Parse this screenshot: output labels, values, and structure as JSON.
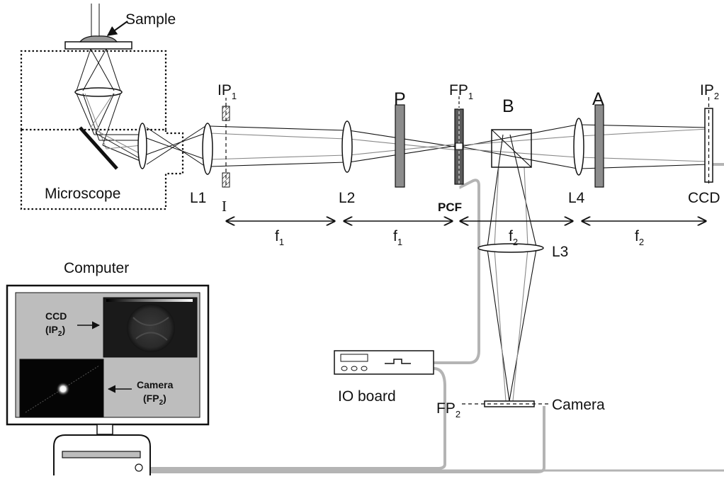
{
  "labels": {
    "sample": "Sample",
    "microscope": "Microscope",
    "ip1_main": "IP",
    "ip1_sub": "1",
    "fp1_main": "FP",
    "fp1_sub": "1",
    "ip2_main": "IP",
    "ip2_sub": "2",
    "fp2_main": "FP",
    "fp2_sub": "2",
    "image_plane_mark": "I",
    "l1": "L1",
    "l2": "L2",
    "l3": "L3",
    "l4": "L4",
    "p": "P",
    "b": "B",
    "a": "A",
    "pcf": "PCF",
    "ccd": "CCD",
    "computer": "Computer",
    "io_board": "IO board",
    "camera": "Camera"
  },
  "distances": [
    {
      "main": "f",
      "sub": "1"
    },
    {
      "main": "f",
      "sub": "1"
    },
    {
      "main": "f",
      "sub": "2"
    },
    {
      "main": "f",
      "sub": "2"
    }
  ],
  "screen": {
    "ccd_label": "CCD",
    "ccd_sub_open": "(IP",
    "ccd_sub_num": "2",
    "ccd_sub_close": ")",
    "camera_label": "Camera",
    "camera_sub_open": "(FP",
    "camera_sub_num": "2",
    "camera_sub_close": ")"
  },
  "colors": {
    "line": "#111111",
    "filter_gray": "#8c8c8c",
    "pcf_gray": "#5a5a5a",
    "cable": "#b4b4b4",
    "panel_bg": "#bdbdbd"
  }
}
